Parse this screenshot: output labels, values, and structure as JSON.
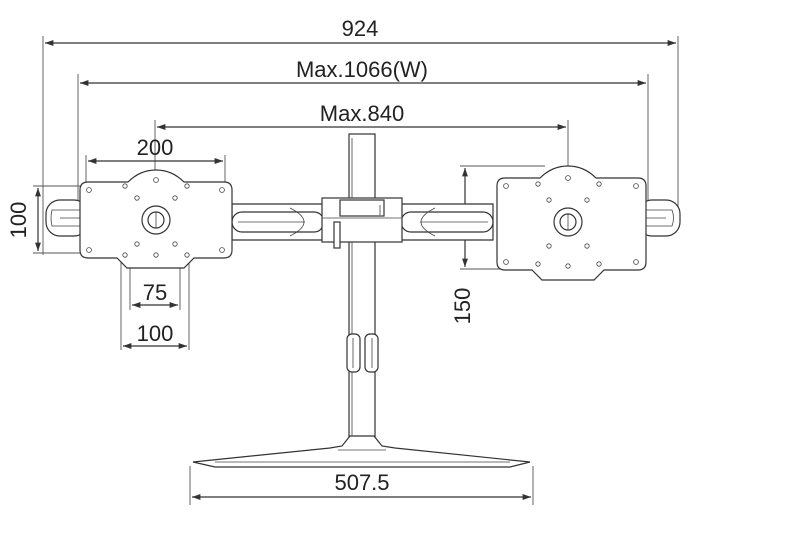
{
  "dimensions": {
    "overall_width": "924",
    "max_width": "Max.1066(W)",
    "max_center_distance": "Max.840",
    "vesa_horizontal_large": "200",
    "vesa_vertical_large": "100",
    "vesa_small": "75",
    "vesa_medium": "100",
    "vertical_adjust": "150",
    "base_width": "507.5"
  },
  "colors": {
    "line": "#333333",
    "background": "#ffffff"
  }
}
